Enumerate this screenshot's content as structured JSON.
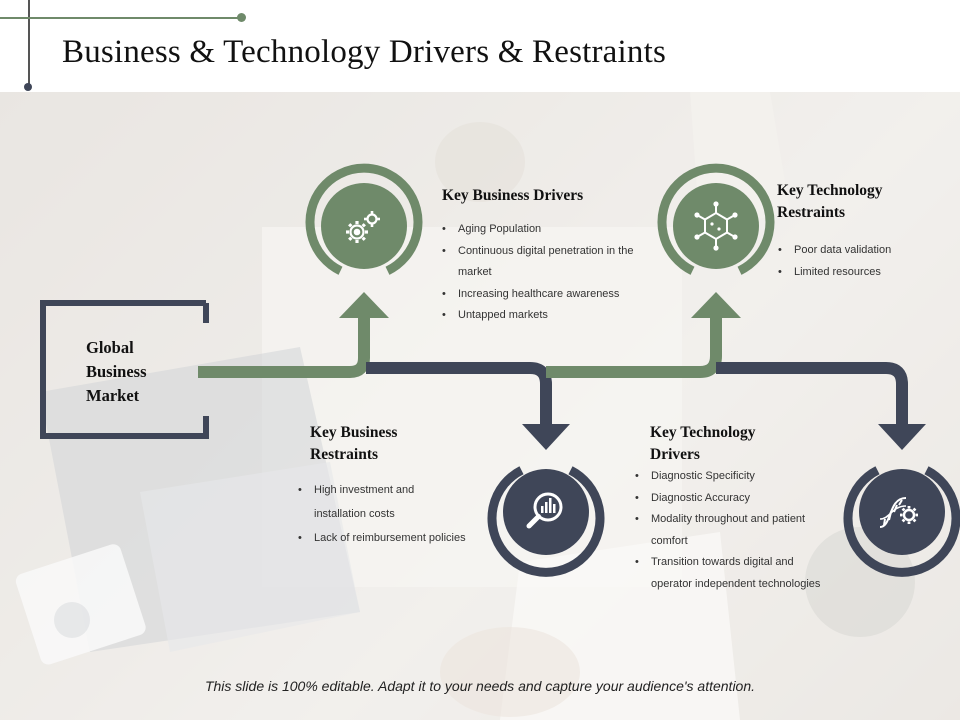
{
  "title": "Business & Technology Drivers & Restraints",
  "market_label": "Global Business Market",
  "colors": {
    "green": "#6f8a6a",
    "navy": "#3f4658"
  },
  "nodes": {
    "business_drivers": {
      "title": "Key Business Drivers",
      "icon": "gears-icon",
      "items": [
        "Aging Population",
        "Continuous digital penetration in the market",
        "Increasing healthcare awareness",
        "Untapped markets"
      ]
    },
    "technology_restraints": {
      "title": "Key Technology Restraints",
      "icon": "molecule-icon",
      "items": [
        "Poor data validation",
        "Limited resources"
      ]
    },
    "business_restraints": {
      "title": "Key Business Restraints",
      "icon": "analytics-magnifier-icon",
      "items": [
        "High investment and installation costs",
        "Lack of reimbursement policies"
      ]
    },
    "technology_drivers": {
      "title": "Key Technology Drivers",
      "icon": "dna-gear-icon",
      "items": [
        "Diagnostic Specificity",
        "Diagnostic Accuracy",
        "Modality throughout and patient comfort",
        "Transition towards digital and operator independent technologies"
      ]
    }
  },
  "footer": "This slide is 100% editable. Adapt it to your needs and capture your audience's attention."
}
